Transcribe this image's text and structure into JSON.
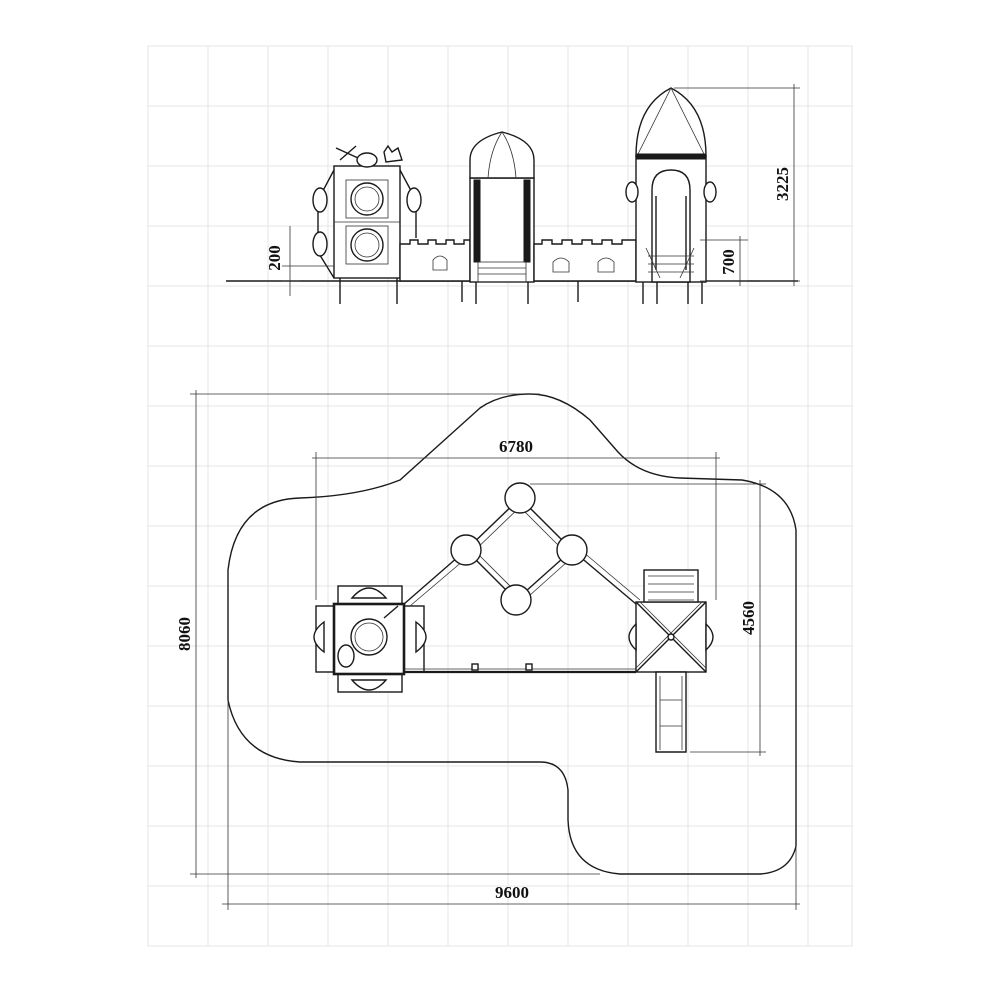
{
  "dimensions": {
    "elevation_step_height": "200",
    "elevation_platform_height": "700",
    "elevation_total_height": "3225",
    "plan_overall_depth": "8060",
    "plan_structure_width": "6780",
    "plan_structure_depth": "4560",
    "plan_overall_width": "9600"
  }
}
